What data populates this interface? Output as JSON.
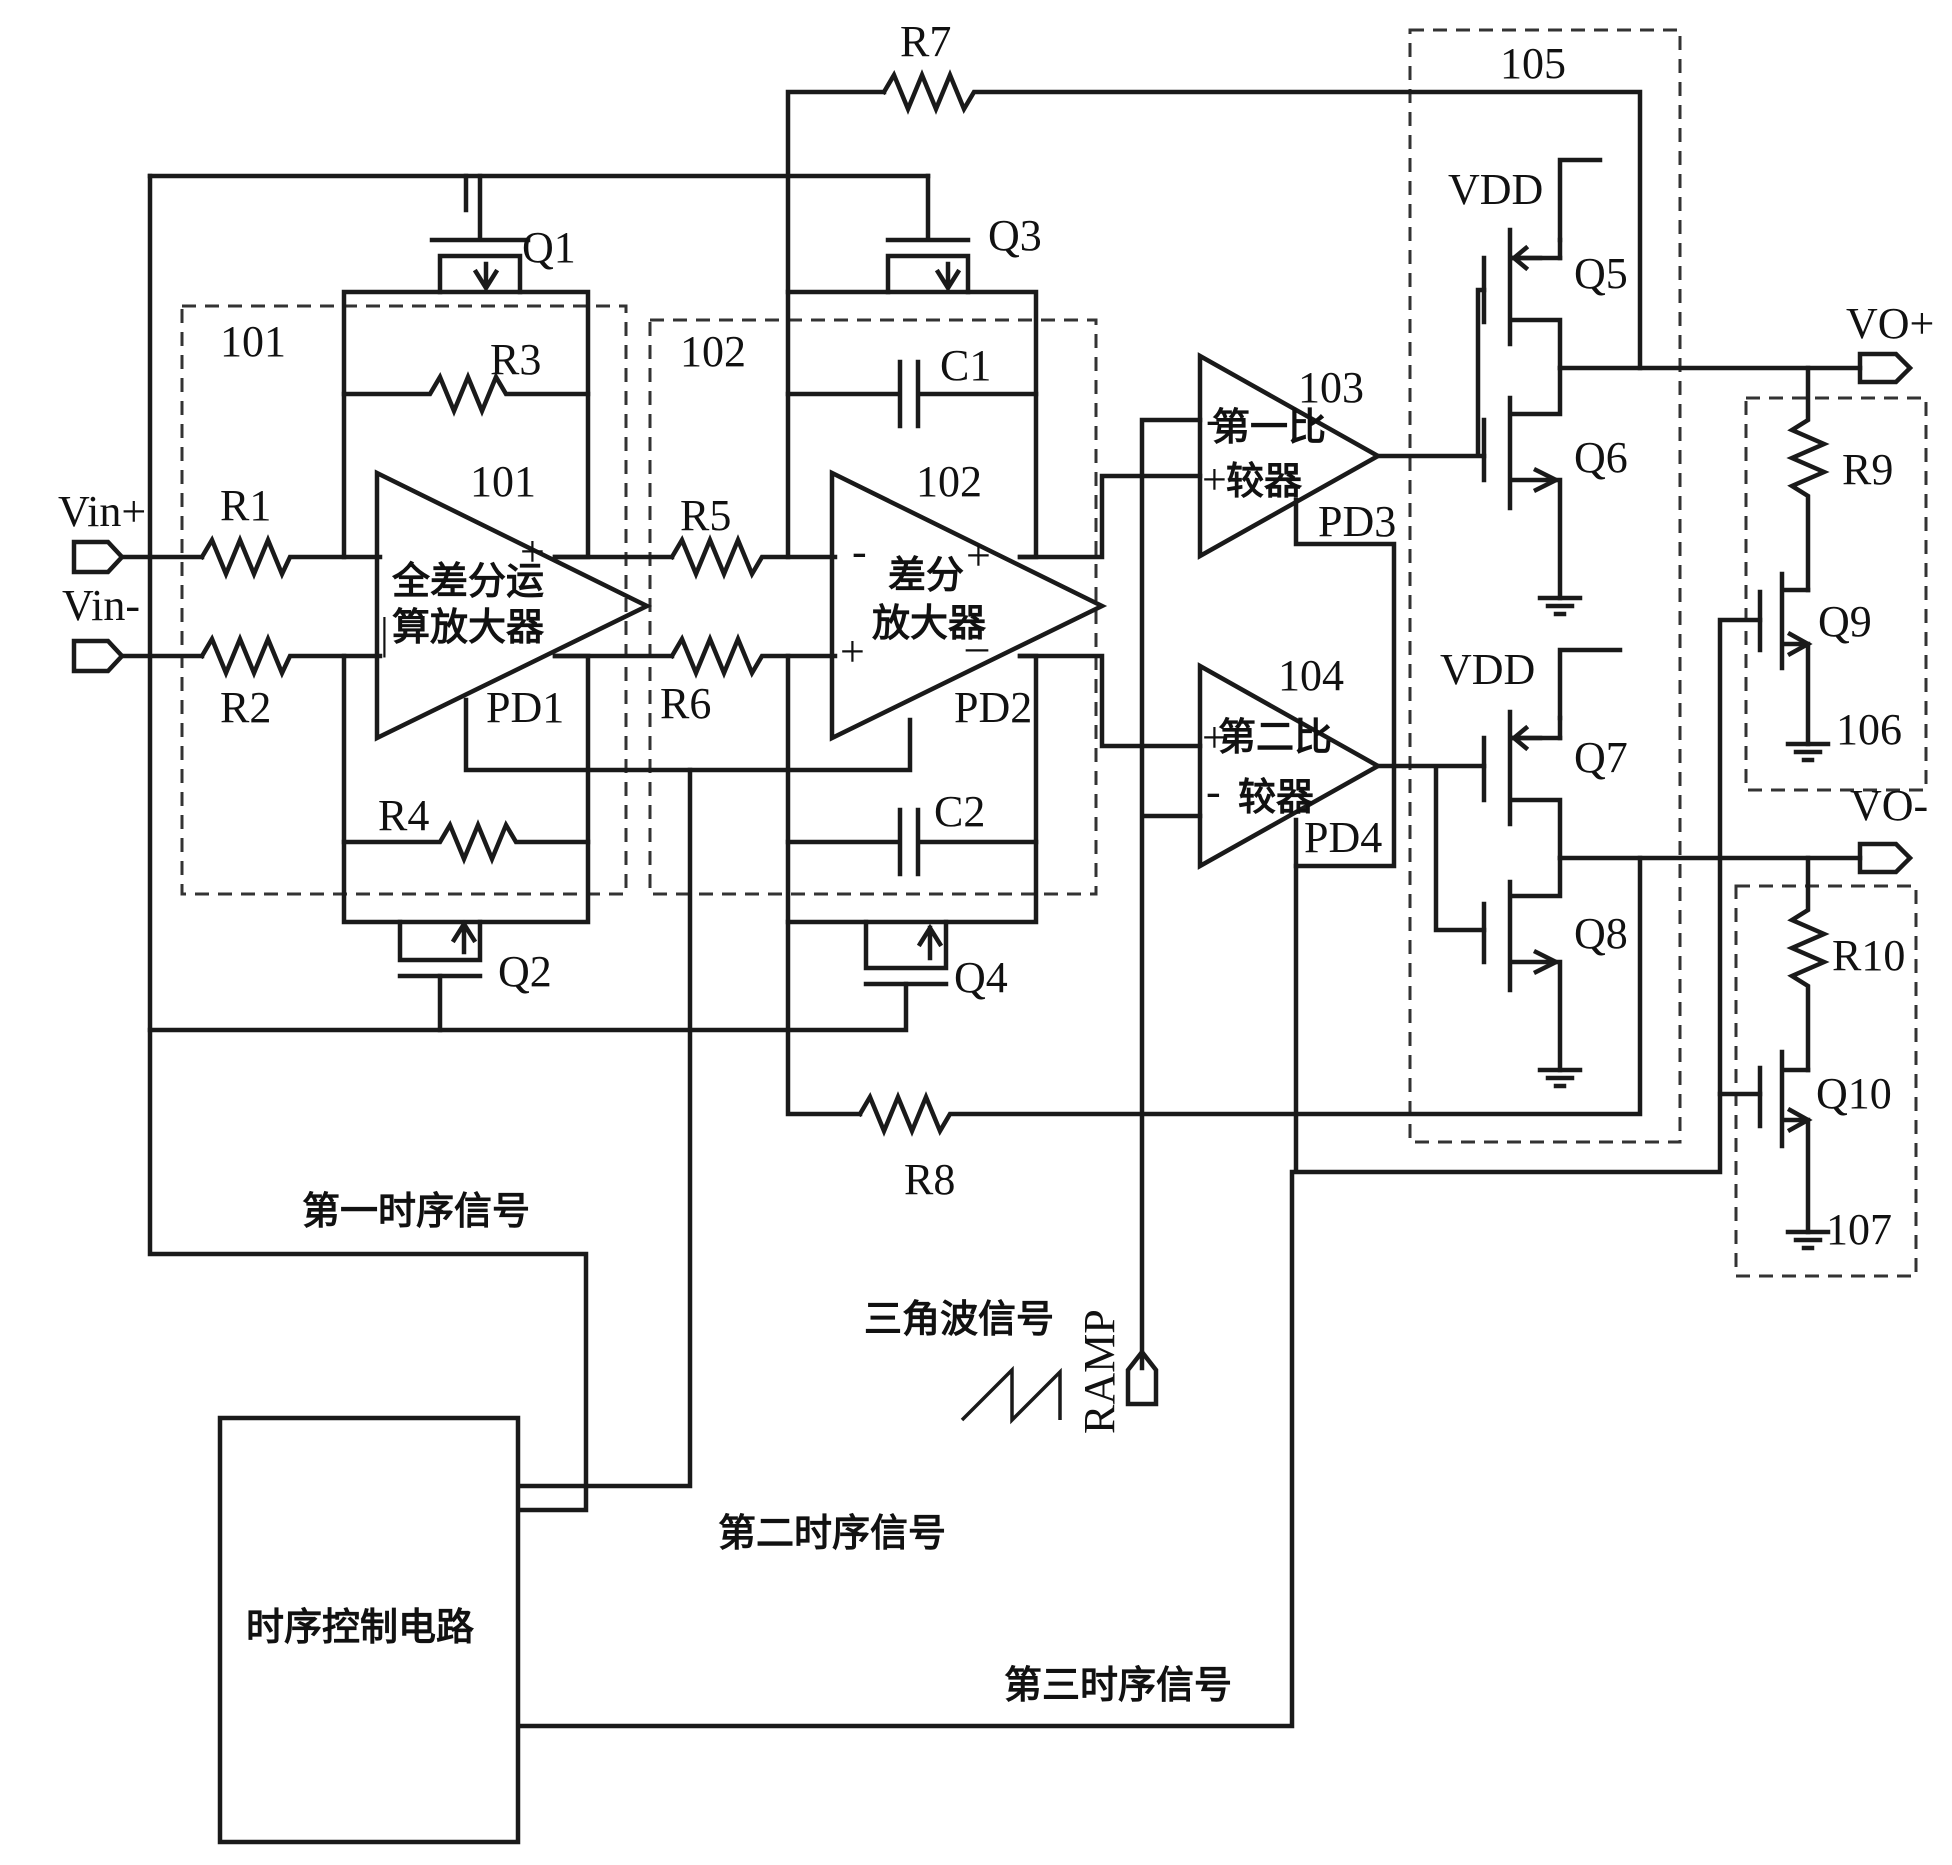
{
  "labels": {
    "vin_plus": "Vin+",
    "vin_minus": "Vin-",
    "vo_plus": "VO+",
    "vo_minus": "VO-",
    "r1": "R1",
    "r2": "R2",
    "r3": "R3",
    "r4": "R4",
    "r5": "R5",
    "r6": "R6",
    "r7": "R7",
    "r8": "R8",
    "r9": "R9",
    "r10": "R10",
    "c1": "C1",
    "c2": "C2",
    "q1": "Q1",
    "q2": "Q2",
    "q3": "Q3",
    "q4": "Q4",
    "q5": "Q5",
    "q6": "Q6",
    "q7": "Q7",
    "q8": "Q8",
    "q9": "Q9",
    "q10": "Q10",
    "box101": "101",
    "box102": "102",
    "box105": "105",
    "box106": "106",
    "box107": "107",
    "amp101": "101",
    "amp102": "102",
    "cmp103": "103",
    "cmp104": "104",
    "pd1": "PD1",
    "pd2": "PD2",
    "pd3": "PD3",
    "pd4": "PD4",
    "vdd": "VDD",
    "ramp": "RAMP"
  },
  "blocks": {
    "amp1_line1": "全差分运",
    "amp1_line2": "算放大器",
    "amp2_line1": "差分",
    "amp2_line2": "放大器",
    "cmp1_line1": "第一比",
    "cmp1_line2": "较器",
    "cmp2_line1": "第二比",
    "cmp2_line2": "较器",
    "timing_circuit": "时序控制电路"
  },
  "signals": {
    "first_timing": "第一时序信号",
    "second_timing": "第二时序信号",
    "third_timing": "第三时序信号",
    "triangle_wave": "三角波信号"
  }
}
